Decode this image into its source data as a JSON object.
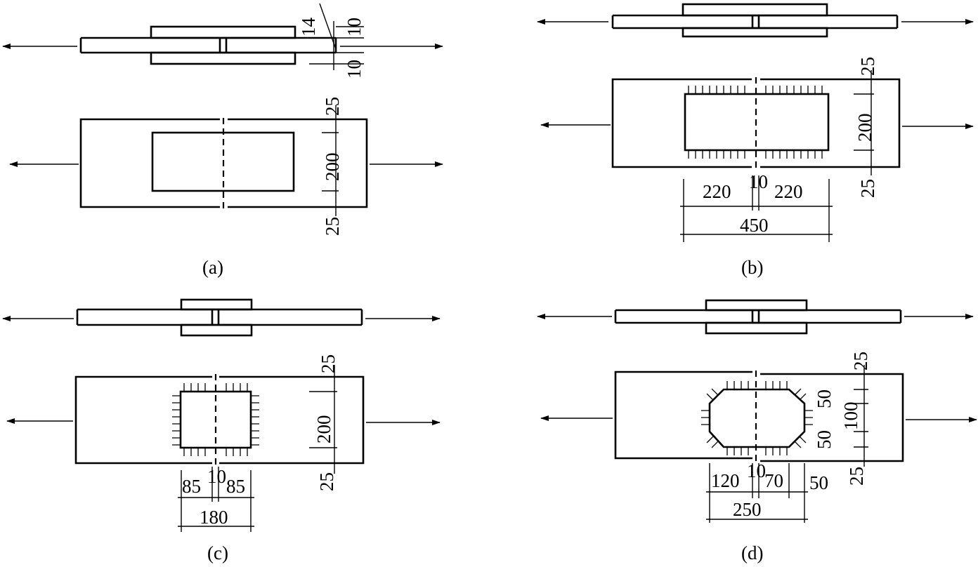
{
  "panels": {
    "a": {
      "caption": "(a)",
      "dims": {
        "top_plate_t": "14",
        "cover_t_top": "10",
        "cover_t_bottom": "10",
        "edge_top": "25",
        "cover_width": "200",
        "edge_bottom": "25"
      }
    },
    "b": {
      "caption": "(b)",
      "dims": {
        "edge_top": "25",
        "cover_width": "200",
        "edge_bottom": "25",
        "left_weld_len": "220",
        "gap": "10",
        "right_weld_len": "220",
        "cover_len": "450"
      }
    },
    "c": {
      "caption": "(c)",
      "dims": {
        "edge_top": "25",
        "cover_width": "200",
        "edge_bottom": "25",
        "left_weld_len": "85",
        "gap": "10",
        "right_weld_len": "85",
        "cover_len": "180"
      }
    },
    "d": {
      "caption": "(d)",
      "dims": {
        "edge_top": "25",
        "chamfer_top": "50",
        "flat_side": "100",
        "chamfer_bottom": "50",
        "edge_bottom": "25",
        "left_len": "120",
        "gap": "10",
        "right_len": "70",
        "chamfer_len": "50",
        "cover_len": "250"
      }
    }
  }
}
